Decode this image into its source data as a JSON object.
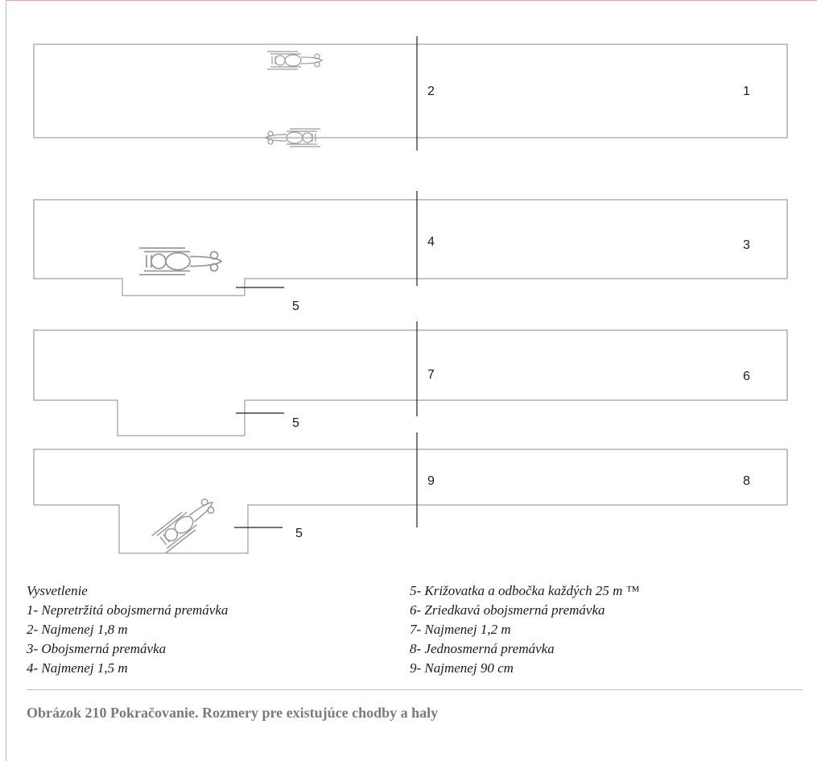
{
  "diagram": {
    "labels": {
      "l1": "1",
      "l2": "2",
      "l3": "3",
      "l4": "4",
      "l5a": "5",
      "l5b": "5",
      "l5c": "5",
      "l6": "6",
      "l7": "7",
      "l8": "8",
      "l9": "9"
    },
    "icons": [
      "wheelchair-pair-icon",
      "wheelchair-pair-icon",
      "wheelchair-icon",
      "wheelchair-icon"
    ]
  },
  "legend": {
    "left": [
      "Vysvetlenie",
      "1- Nepretržitá obojsmerná premávka",
      "2- Najmenej 1,8 m",
      "3- Obojsmerná premávka",
      "4- Najmenej 1,5 m"
    ],
    "right": [
      "5- Križovatka a odbočka každých 25 m ™",
      "6- Zriedkavá obojsmerná premávka",
      "7- Najmenej 1,2 m",
      "8- Jednosmerná premávka",
      "9- Najmenej 90 cm"
    ]
  },
  "caption": "Obrázok 210 Pokračovanie. Rozmery pre existujúce chodby a haly",
  "colors": {
    "frame_accent": "#e0a3a8",
    "line": "#8a8a8a",
    "caption": "#7a7a7a"
  }
}
